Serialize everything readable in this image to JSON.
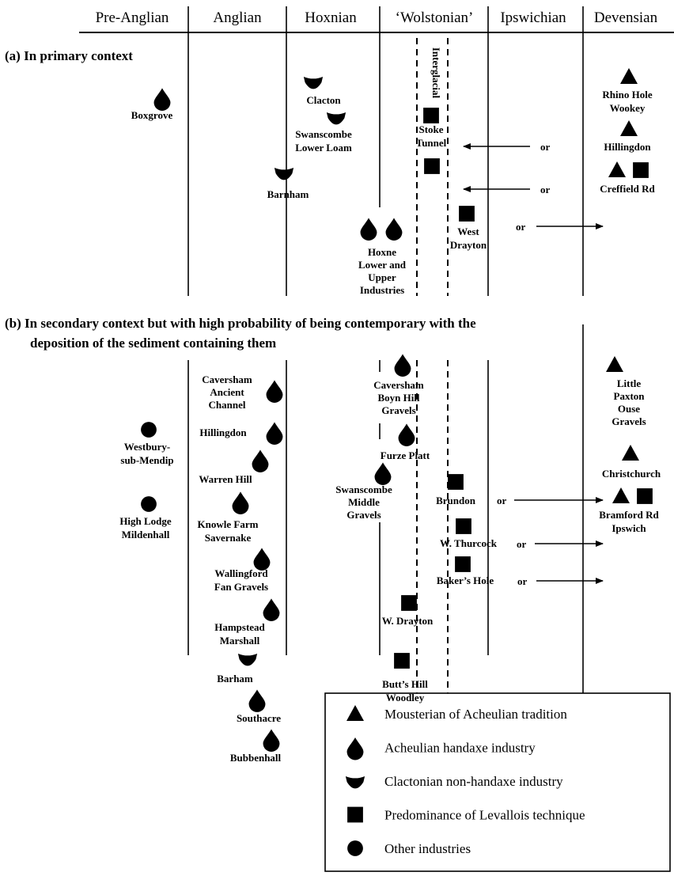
{
  "periods": [
    "Pre-Anglian",
    "Anglian",
    "Hoxnian",
    "‘Wolstonian’",
    "Ipswichian",
    "Devensian"
  ],
  "interglacial_label": "Interglacial",
  "sections": {
    "a": "(a) In primary context",
    "b_line1": "(b) In secondary context but with high probability of being contemporary with the",
    "b_line2": "deposition of the sediment containing them"
  },
  "or_label": "or",
  "symbol_types": {
    "triangle": "Mousterian of Acheulian tradition",
    "drop": "Acheulian handaxe industry",
    "cup": "Clactonian non-handaxe industry",
    "square": "Predominance of Levallois technique",
    "circle": "Other industries"
  },
  "legend_order": [
    "triangle",
    "drop",
    "cup",
    "square",
    "circle"
  ],
  "sites_primary": [
    {
      "name": [
        "Boxgrove"
      ],
      "symbols": [
        "drop"
      ]
    },
    {
      "name": [
        "Clacton"
      ],
      "symbols": [
        "cup"
      ]
    },
    {
      "name": [
        "Swanscombe",
        "Lower Loam"
      ],
      "symbols": [
        "cup"
      ]
    },
    {
      "name": [
        "Barnham"
      ],
      "symbols": [
        "cup"
      ]
    },
    {
      "name": [
        "Hoxne",
        "Lower and",
        "Upper",
        "Industries"
      ],
      "symbols": [
        "drop",
        "drop"
      ]
    },
    {
      "name": [
        "Stoke",
        "Tunnel"
      ],
      "symbols": [
        "square",
        "square"
      ]
    },
    {
      "name": [
        "West",
        "Drayton"
      ],
      "symbols": [
        "square"
      ]
    },
    {
      "name": [
        "Rhino Hole",
        "Wookey"
      ],
      "symbols": [
        "triangle"
      ]
    },
    {
      "name": [
        "Hillingdon"
      ],
      "symbols": [
        "triangle"
      ]
    },
    {
      "name": [
        "Creffield Rd"
      ],
      "symbols": [
        "triangle",
        "square"
      ]
    }
  ],
  "sites_secondary": [
    {
      "name": [
        "Westbury-",
        "sub-Mendip"
      ],
      "symbols": [
        "circle"
      ]
    },
    {
      "name": [
        "High Lodge",
        "Mildenhall"
      ],
      "symbols": [
        "circle"
      ]
    },
    {
      "name": [
        "Caversham",
        "Ancient",
        "Channel"
      ],
      "symbols": [
        "drop"
      ]
    },
    {
      "name": [
        "Hillingdon"
      ],
      "symbols": [
        "drop"
      ]
    },
    {
      "name": [
        "Warren Hill"
      ],
      "symbols": [
        "drop"
      ]
    },
    {
      "name": [
        "Knowle Farm",
        "Savernake"
      ],
      "symbols": [
        "drop"
      ]
    },
    {
      "name": [
        "Wallingford",
        "Fan Gravels"
      ],
      "symbols": [
        "drop"
      ]
    },
    {
      "name": [
        "Hampstead",
        "Marshall"
      ],
      "symbols": [
        "drop"
      ]
    },
    {
      "name": [
        "Barham"
      ],
      "symbols": [
        "cup"
      ]
    },
    {
      "name": [
        "Southacre"
      ],
      "symbols": [
        "drop"
      ]
    },
    {
      "name": [
        "Bubbenhall"
      ],
      "symbols": [
        "drop"
      ]
    },
    {
      "name": [
        "Caversham",
        "Boyn Hill",
        "Gravels"
      ],
      "symbols": [
        "drop"
      ]
    },
    {
      "name": [
        "Furze Platt"
      ],
      "symbols": [
        "drop"
      ]
    },
    {
      "name": [
        "Swanscombe",
        "Middle",
        "Gravels"
      ],
      "symbols": [
        "drop"
      ]
    },
    {
      "name": [
        "W. Drayton"
      ],
      "symbols": [
        "square"
      ]
    },
    {
      "name": [
        "Butt’s Hill",
        "Woodley"
      ],
      "symbols": [
        "square"
      ]
    },
    {
      "name": [
        "Brundon"
      ],
      "symbols": [
        "square"
      ]
    },
    {
      "name": [
        "W. Thurcock"
      ],
      "symbols": [
        "square"
      ]
    },
    {
      "name": [
        "Baker’s Hole"
      ],
      "symbols": [
        "square"
      ]
    },
    {
      "name": [
        "Little",
        "Paxton",
        "Ouse",
        "Gravels"
      ],
      "symbols": [
        "triangle"
      ]
    },
    {
      "name": [
        "Christchurch"
      ],
      "symbols": [
        "triangle"
      ]
    },
    {
      "name": [
        "Bramford Rd",
        "Ipswich"
      ],
      "symbols": [
        "triangle",
        "square"
      ]
    }
  ]
}
